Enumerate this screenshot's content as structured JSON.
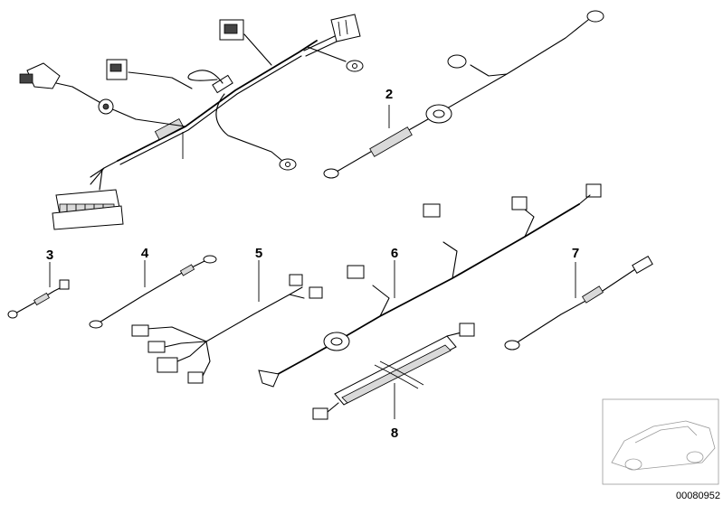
{
  "callouts": {
    "p2": "2",
    "p3": "3",
    "p4": "4",
    "p5": "5",
    "p6": "6",
    "p7": "7",
    "p8": "8"
  },
  "reference_number": "00080952"
}
